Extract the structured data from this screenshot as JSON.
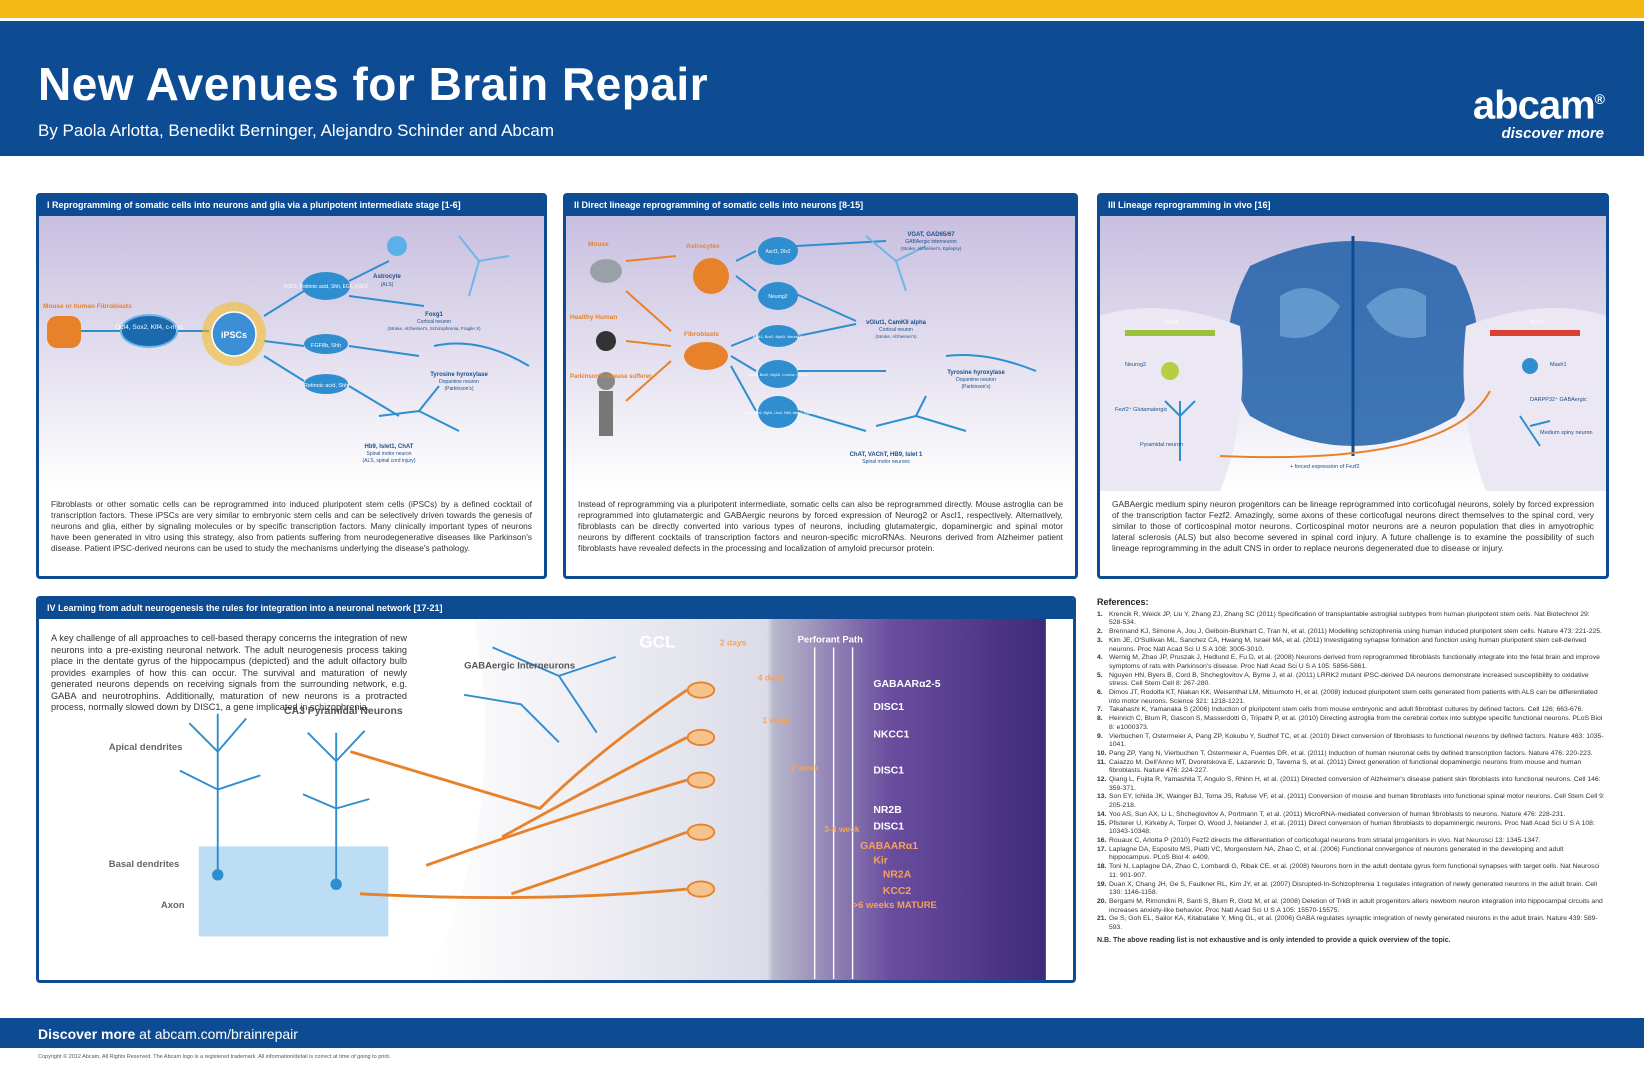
{
  "header": {
    "title": "New Avenues for Brain Repair",
    "subtitle": "By Paola Arlotta, Benedikt Berninger, Alejandro Schinder and Abcam",
    "logo_word": "abcam",
    "logo_mark": "®",
    "logo_tagline": "discover more"
  },
  "panel1": {
    "title": "I Reprogramming of somatic cells into neurons and glia via a pluripotent intermediate stage [1-6]",
    "fig": {
      "fibroblasts": "Mouse or human Fibroblasts",
      "factors": "Oct4, Sox2, Klf4, c-myc",
      "ipscs": "iPSCs",
      "cond1": "FGF2, Retinoic acid, Shh, EGF, FGF2",
      "cond2": "FGF8b, Shh",
      "cond3": "Retinoic acid, Shh",
      "astrocyte": "Astrocyte",
      "astrocyte_note": "(ALS)",
      "foxg1": "Foxg1",
      "cortical": "Cortical neuron",
      "cortical_note": "(Stroke, Alzheimer's, Schizophrenia, Fragile X)",
      "th": "Tyrosine hyroxylase",
      "dopamine": "Dopamine neuron",
      "dopamine_note": "(Parkinson's)",
      "hb9": "Hb9, Islet1, ChAT",
      "motor": "Spinal motor neuron",
      "motor_note": "(ALS, spinal cord injury)"
    },
    "text": "Fibroblasts or other somatic cells can be reprogrammed into induced pluripotent stem cells (iPSCs) by a defined cocktail of transcription factors. These iPSCs are very similar to embryonic stem cells and can be selectively driven towards the genesis of neurons and glia, either by signaling molecules or by specific transcription factors. Many clinically important types of neurons have been generated in vitro using this strategy, also from patients suffering from neurodegenerative diseases like Parkinson's disease. Patient iPSC-derived neurons can be used to study the mechanisms underlying the disease's pathology."
  },
  "panel2": {
    "title": "II Direct lineage reprogramming of somatic cells into neurons [8-15]",
    "fig": {
      "mouse": "Mouse",
      "healthy": "Healthy Human",
      "parkinsons": "Parkinson's disease sufferer",
      "astrocytes": "Astrocytes",
      "fibroblasts": "Fibroblasts",
      "f1": "Ascl1, Dlx2",
      "f2": "Neurog2",
      "f3": "Ascl1, Brn2, Myt1l, NeuroD1",
      "f4": "Ascl1, Brn2, Myt1l, Lmx1a, FoxA2",
      "f5": "Ascl1, Brn2, Myt1l, Lhx3, Hb9, Islet 1, Ngn2",
      "vgat": "VGAT, GAD65/67",
      "gaba": "GABAergic interneuron",
      "gaba_note": "(Stroke, Alzheimer's, Epilepsy)",
      "vglut": "vGlut1, CamKII alpha",
      "cortical": "Cortical neuron",
      "cortical_note": "(Stroke, Alzheimer's)",
      "th": "Tyrosine hyroxylase",
      "dopamine": "Dopamine neuron",
      "dopamine_note": "(Parkinson's)",
      "chat": "ChAT, VAChT, HB9, Islet 1",
      "motor": "Spinal motor neurons"
    },
    "text": "Instead of reprogramming via a pluripotent intermediate, somatic cells can also be reprogrammed directly. Mouse astroglia can be reprogrammed into glutamatergic and GABAergic neurons by forced expression of Neurog2 or Ascl1, respectively. Alternatively, fibroblasts can be directly converted into various types of neurons, including glutamatergic, dopaminergic and spinal motor neurons by different cocktails of transcription factors and neuron-specific microRNAs. Neurons derived from Alzheimer patient fibroblasts have revealed defects in the processing and localization of amyloid precursor protein."
  },
  "panel3": {
    "title": "III Lineage reprogramming in vivo [16]",
    "fig": {
      "left_gene": "PAX6",
      "right_gene": "DLX2",
      "neurog2": "Neurog2",
      "fezf2": "Fezf2⁺ Glutamatergic",
      "pyramidal": "Pyramidal neuron",
      "mash1": "Mash1",
      "darpp": "DARPP32⁺ GABAergic",
      "msn": "Medium spiny neuron",
      "forced": "+ forced expression of Fezf2"
    },
    "text": "GABAergic medium spiny neuron progenitors can be lineage reprogrammed into corticofugal neurons, solely by forced expression of the transcription factor Fezf2. Amazingly, some axons of these corticofugal neurons direct themselves to the spinal cord, very similar to those of corticospinal motor neurons. Corticospinal motor neurons are a neuron population that dies in amyotrophic lateral sclerosis (ALS) but also become severed in spinal cord injury. A future challenge is to examine the possibility of such lineage reprogramming in the adult CNS in order to replace neurons degenerated due to disease or injury."
  },
  "panel4": {
    "title": "IV Learning from adult neurogenesis the rules for integration into a neuronal network [17-21]",
    "text": "A key challenge of all approaches to cell-based therapy concerns the integration of new neurons into a pre-existing neuronal network. The adult neurogenesis process taking place in the dentate gyrus of the hippocampus (depicted) and the adult olfactory bulb provides examples of how this can occur. The survival and maturation of newly generated neurons depends on receiving signals from the surrounding network, e.g. GABA and neurotrophins. Additionally, maturation of new neurons is a protracted process, normally slowed down by DISC1, a gene implicated in schizophrenia.",
    "fig": {
      "gaba_inter": "GABAergic Interneurons",
      "ca3": "CA3 Pyramidal Neurons",
      "apical": "Apical dendrites",
      "basal": "Basal dendrites",
      "axon": "Axon",
      "gcl": "GCL",
      "perforant": "Perforant Path",
      "d2": "2 days",
      "d4": "4 days",
      "w1": "1 week",
      "w2": "2 week",
      "w34": "3-4 week",
      "w6": ">6 weeks MATURE",
      "m1": "GABAARα2-5",
      "m2": "DISC1",
      "m3": "NKCC1",
      "m4": "DISC1",
      "m5": "NR2B",
      "m6": "DISC1",
      "m7": "GABAARα1",
      "m8": "Kir",
      "m9": "NR2A",
      "m10": "KCC2"
    }
  },
  "references": {
    "heading": "References:",
    "items": [
      {
        "n": "1.",
        "t": "Krencik R, Weick JP, Liu Y, Zhang ZJ, Zhang SC (2011) Specification of transplantable astroglial subtypes from human pluripotent stem cells. Nat Biotechnol 29: 528-534."
      },
      {
        "n": "2.",
        "t": "Brennand KJ, Simone A, Jou J, Gelboin-Burkhart C, Tran N, et al. (2011) Modelling schizophrenia using human induced pluripotent stem cells. Nature 473: 221-225."
      },
      {
        "n": "3.",
        "t": "Kim JE, O'Sullivan ML, Sanchez CA, Hwang M, Israel MA, et al. (2011) Investigating synapse formation and function using human pluripotent stem cell-derived neurons. Proc Natl Acad Sci U S A 108: 3005-3010."
      },
      {
        "n": "4.",
        "t": "Wernig M, Zhao JP, Pruszak J, Hedlund E, Fu D, et al. (2008) Neurons derived from reprogrammed fibroblasts functionally integrate into the fetal brain and improve symptoms of rats with Parkinson's disease. Proc Natl Acad Sci U S A 105: 5856-5861."
      },
      {
        "n": "5.",
        "t": "Nguyen HN, Byers B, Cord B, Shcheglovitov A, Byrne J, et al. (2011) LRRK2 mutant iPSC-derived DA neurons demonstrate increased susceptibility to oxidative stress. Cell Stem Cell 8: 267-280."
      },
      {
        "n": "6.",
        "t": "Dimos JT, Rodolfa KT, Niakan KK, Weisenthal LM, Mitsumoto H, et al. (2008) Induced pluripotent stem cells generated from patients with ALS can be differentiated into motor neurons. Science 321: 1218-1221."
      },
      {
        "n": "7.",
        "t": "Takahashi K, Yamanaka S (2006) Induction of pluripotent stem cells from mouse embryonic and adult fibroblast cultures by defined factors. Cell 126: 663-676."
      },
      {
        "n": "8.",
        "t": "Heinrich C, Blum R, Gascon S, Masserdotti G, Tripathi P, et al. (2010) Directing astroglia from the cerebral cortex into subtype specific functional neurons. PLoS Biol 8: e1000373."
      },
      {
        "n": "9.",
        "t": "Vierbuchen T, Ostermeier A, Pang ZP, Kokubu Y, Sudhof TC, et al. (2010) Direct conversion of fibroblasts to functional neurons by defined factors. Nature 463: 1035-1041."
      },
      {
        "n": "10.",
        "t": "Pang ZP, Yang N, Vierbuchen T, Ostermeier A, Fuentes DR, et al. (2011) Induction of human neuronal cells by defined transcription factors. Nature 476: 220-223."
      },
      {
        "n": "11.",
        "t": "Caiazzo M, Dell'Anno MT, Dvoretskova E, Lazarevic D, Taverna S, et al. (2011) Direct generation of functional dopaminergic neurons from mouse and human fibroblasts. Nature 476: 224-227."
      },
      {
        "n": "12.",
        "t": "Qiang L, Fujita R, Yamashita T, Angulo S, Rhinn H, et al. (2011) Directed conversion of Alzheimer's disease patient skin fibroblasts into functional neurons. Cell 146: 359-371."
      },
      {
        "n": "13.",
        "t": "Son EY, Ichida JK, Wainger BJ, Toma JS, Rafuse VF, et al. (2011) Conversion of mouse and human fibroblasts into functional spinal motor neurons. Cell Stem Cell 9: 205-218."
      },
      {
        "n": "14.",
        "t": "Yoo AS, Sun AX, Li L, Shcheglovitov A, Portmann T, et al. (2011) MicroRNA-mediated conversion of human fibroblasts to neurons. Nature 476: 228-231."
      },
      {
        "n": "15.",
        "t": "Pfisterer U, Kirkeby A, Torper O, Wood J, Nelander J, et al. (2011) Direct conversion of human fibroblasts to dopaminergic neurons. Proc Natl Acad Sci U S A 108: 10343-10348."
      },
      {
        "n": "16.",
        "t": "Rouaux C, Arlotta P (2010) Fezf2 directs the differentiation of corticofugal neurons from striatal progenitors in vivo. Nat Neurosci 13: 1345-1347."
      },
      {
        "n": "17.",
        "t": "Laplagne DA, Esposito MS, Piatti VC, Morgenstern NA, Zhao C, et al. (2006) Functional convergence of neurons generated in the developing and adult hippocampus. PLoS Biol 4: e409."
      },
      {
        "n": "18.",
        "t": "Toni N, Laplagne DA, Zhao C, Lombardi G, Ribak CE, et al. (2008) Neurons born in the adult dentate gyrus form functional synapses with target cells. Nat Neurosci 11: 901-907."
      },
      {
        "n": "19.",
        "t": "Duan X, Chang JH, Ge S, Faulkner RL, Kim JY, et al. (2007) Disrupted-In-Schizophrenia 1 regulates integration of newly generated neurons in the adult brain. Cell 130: 1146-1158."
      },
      {
        "n": "20.",
        "t": "Bergami M, Rimondini R, Santi S, Blum R, Gotz M, et al. (2008) Deletion of TrkB in adult progenitors alters newborn neuron integration into hippocampal circuits and increases anxiety-like behavior. Proc Natl Acad Sci U S A 105: 15570-15575."
      },
      {
        "n": "21.",
        "t": "Ge S, Goh EL, Sailor KA, Kitabatake Y, Ming GL, et al. (2006) GABA regulates synaptic integration of newly generated neurons in the adult brain. Nature 439: 589-593."
      }
    ],
    "note": "N.B. The above reading list is not exhaustive and is only intended to provide a quick overview of the topic."
  },
  "footer": {
    "discover": "Discover more",
    "url": "at abcam.com/brainrepair",
    "copyright": "Copyright © 2012 Abcam, All Rights Reserved. The Abcam logo is a registered trademark. All information/detail is correct at time of going to print."
  },
  "colors": {
    "brand_blue": "#0d4c93",
    "accent_yellow": "#f5b915",
    "orange": "#e8822a",
    "cell_blue": "#2e8ecf"
  }
}
